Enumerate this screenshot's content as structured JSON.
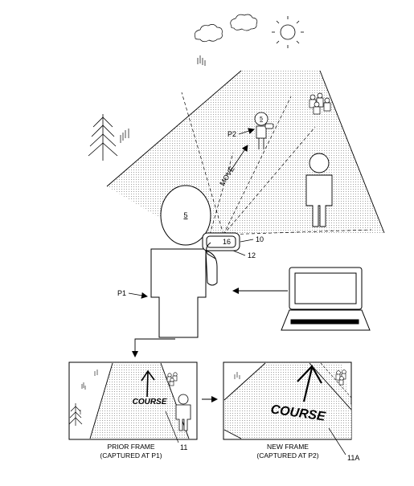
{
  "figure": {
    "person_main_head_label": "5",
    "person_main_ref": "P1",
    "person_far_head_label": "5",
    "person_far_ref": "P2",
    "device_screen_label": "16",
    "device_ref": "10",
    "device_finger_ref": "12",
    "move_label": "MOVE",
    "prior_frame": {
      "caption_line1": "PRIOR FRAME",
      "caption_line2": "(CAPTURED AT P1)",
      "ref": "11",
      "overlay_text": "COURSE"
    },
    "new_frame": {
      "caption_line1": "NEW FRAME",
      "caption_line2": "(CAPTURED AT P2)",
      "ref": "11A",
      "overlay_text": "COURSE"
    }
  },
  "icons": [
    "sun-icon",
    "cloud-icon",
    "tree-icon",
    "grass-icon",
    "crowd-icon",
    "laptop-icon",
    "arrow-up-icon"
  ],
  "colors": {
    "ink": "#000000",
    "shading": "#d9d9d9",
    "background": "#ffffff"
  }
}
